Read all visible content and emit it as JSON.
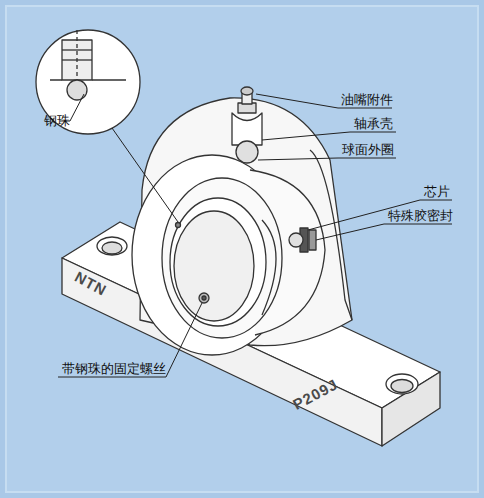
{
  "diagram": {
    "labels": [
      "钢珠",
      "油嘴附件",
      "轴承壳",
      "球面外圈",
      "芯片",
      "特殊胶密封",
      "带钢珠的固定螺丝",
      "NTN",
      "P209J"
    ]
  }
}
